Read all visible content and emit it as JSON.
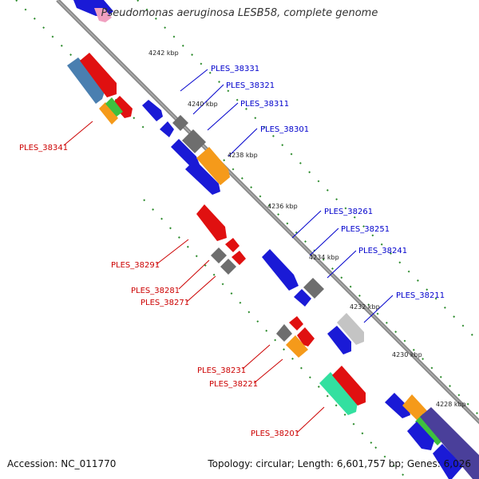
{
  "title": "Pseudomonas aeruginosa LESB58, complete genome",
  "accession_text": "Accession: NC_011770",
  "summary_text": "Topology: circular; Length: 6,601,757 bp; Genes: 6,026",
  "ticks": [
    "4242 kbp",
    "4240 kbp",
    "4238 kbp",
    "4236 kbp",
    "4234 kbp",
    "4232 kbp",
    "4230 kbp",
    "4228 kbp"
  ],
  "genes_forward": [
    "PLES_38331",
    "PLES_38321",
    "PLES_38311",
    "PLES_38301",
    "PLES_38261",
    "PLES_38251",
    "PLES_38241",
    "PLES_38211"
  ],
  "genes_reverse": [
    "PLES_38341",
    "PLES_38291",
    "PLES_38281",
    "PLES_38271",
    "PLES_38231",
    "PLES_38221",
    "PLES_38201"
  ],
  "colors": {
    "forward_label": "#0000cc",
    "reverse_label": "#cc0000",
    "backbone": "#888888",
    "tick_mark": "#2a8a2a",
    "blue": "#1a1ad6",
    "red": "#e01010",
    "gray": "#6e6e6e",
    "orange": "#f59a1a",
    "green": "#3ec03e",
    "steelblue": "#4a7fb0",
    "teal": "#33e0a0",
    "light_gray": "#c4c4c4",
    "purple": "#4a3f9a",
    "pink": "#f0a0c0"
  }
}
